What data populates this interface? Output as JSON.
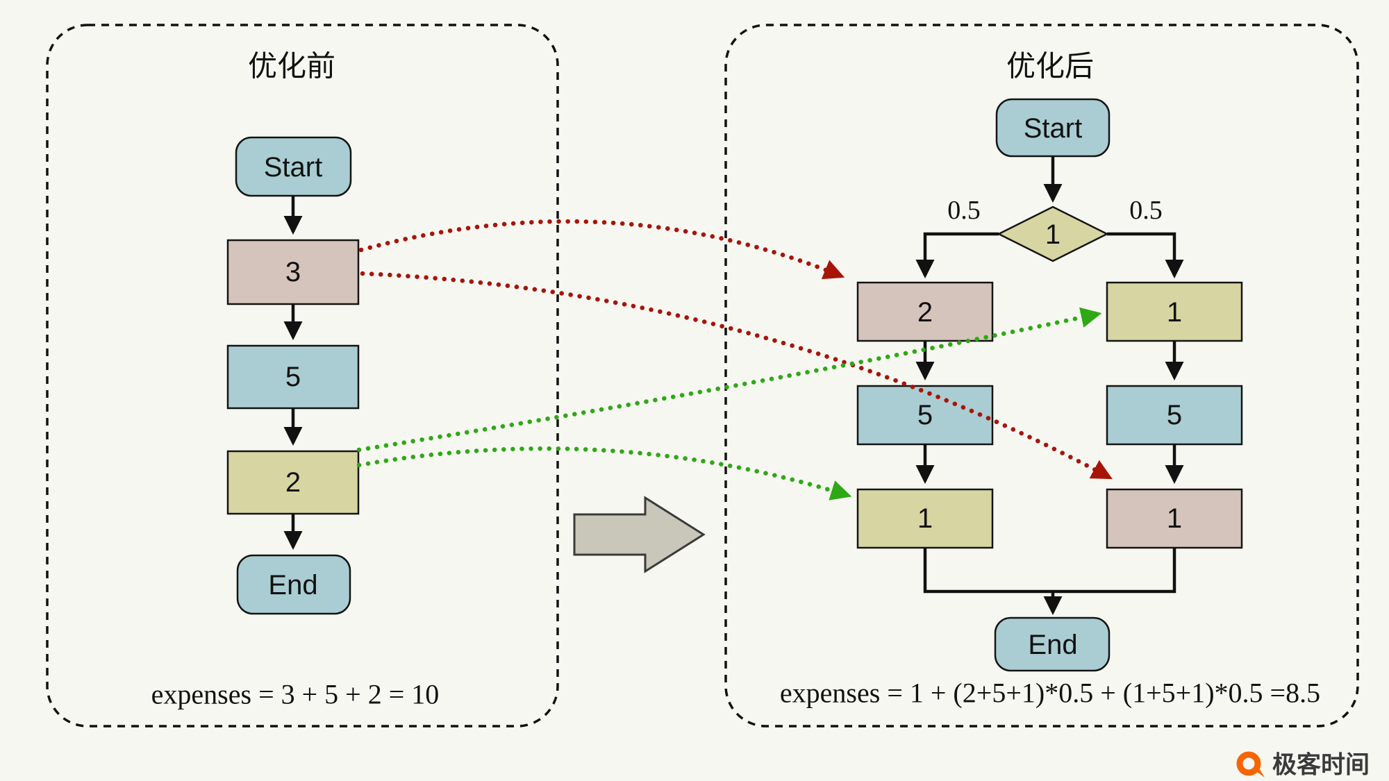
{
  "page": {
    "background": "#f7f7f2"
  },
  "colors": {
    "teal_node": "#a9cdd2",
    "tan_node": "#d5c4bb",
    "khaki_node": "#d7d6a2",
    "node_border": "#141414",
    "flow_arrow": "#111111",
    "red_dotted_arrow": "#a81408",
    "green_dotted_arrow": "#2fa816",
    "block_arrow_fill": "#c9c6ba",
    "block_arrow_border": "#3a3a3a",
    "panel_border": "#111111",
    "brand_orange": "#f86400"
  },
  "left_panel": {
    "title": "优化前",
    "start_label": "Start",
    "node_3": "3",
    "node_5": "5",
    "node_2": "2",
    "end_label": "End",
    "formula": "expenses = 3 + 5 + 2 = 10"
  },
  "right_panel": {
    "title": "优化后",
    "start_label": "Start",
    "decision_label": "1",
    "prob_left": "0.5",
    "prob_right": "0.5",
    "branches": {
      "left": [
        "2",
        "5",
        "1"
      ],
      "right": [
        "1",
        "5",
        "1"
      ]
    },
    "end_label": "End",
    "formula": "expenses = 1 + (2+5+1)*0.5 + (1+5+1)*0.5 =8.5"
  },
  "brand": {
    "name": "极客时间"
  }
}
